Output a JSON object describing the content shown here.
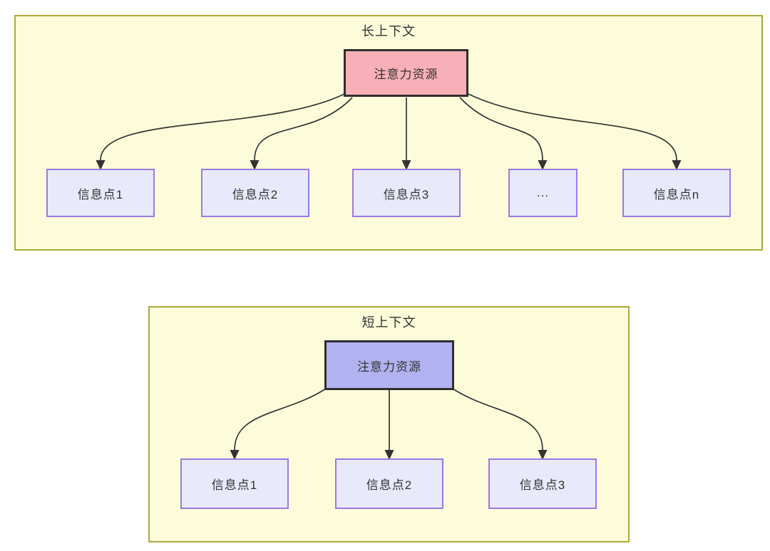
{
  "diagram": {
    "sections": [
      {
        "id": "long-context",
        "title": "长上下文",
        "root": {
          "label": "注意力资源"
        },
        "children": [
          {
            "label": "信息点1"
          },
          {
            "label": "信息点2"
          },
          {
            "label": "信息点3"
          },
          {
            "label": "..."
          },
          {
            "label": "信息点n"
          }
        ]
      },
      {
        "id": "short-context",
        "title": "短上下文",
        "root": {
          "label": "注意力资源"
        },
        "children": [
          {
            "label": "信息点1"
          },
          {
            "label": "信息点2"
          },
          {
            "label": "信息点3"
          }
        ]
      }
    ],
    "colors": {
      "section_background": "#fcfcdb",
      "section_border": "#a9a93a",
      "long_root_fill": "#f7b0b7",
      "short_root_fill": "#b1b2ef",
      "root_border": "#2e2e2e",
      "child_fill": "#e9e9fc",
      "child_border": "#9b79e0",
      "arrow": "#333333",
      "text": "#333333"
    }
  }
}
